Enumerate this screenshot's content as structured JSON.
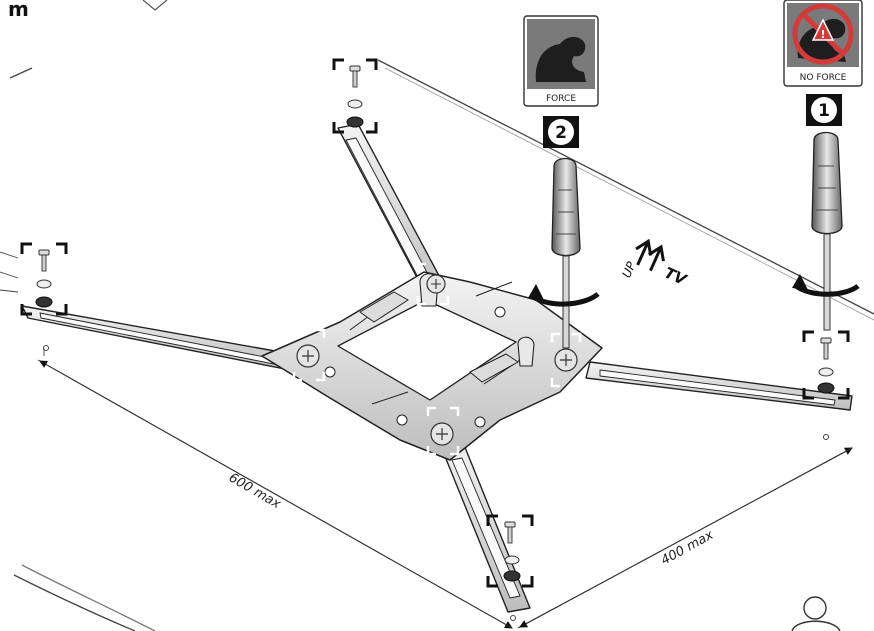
{
  "header": {
    "fragment": "m"
  },
  "badges": {
    "force": {
      "label": "FORCE",
      "step": "2",
      "step_glyph": "❷",
      "icon": "flexed-arm-icon"
    },
    "no_force": {
      "label": "NO FORCE",
      "step": "1",
      "step_glyph": "❶",
      "icon": "prohibited-arm-icon"
    }
  },
  "orientation": {
    "up": "UP",
    "tv": "TV"
  },
  "dimensions": {
    "long": "600 max",
    "short": "400 max"
  },
  "colors": {
    "line": "#222222",
    "metal_light": "#eeeeee",
    "metal_mid": "#cfcfcf",
    "metal_dark": "#8a8a8a",
    "badge_bg": "#7a7a7a",
    "no_force_red": "#d33a3a"
  }
}
